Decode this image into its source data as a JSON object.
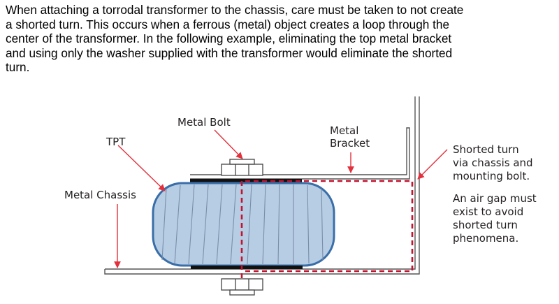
{
  "intro": {
    "lines": [
      "When attaching a torrodal transformer to the chassis, care must be taken to not create",
      "a shorted turn.  This occurs when a ferrous (metal) object creates a loop through the",
      "center of the transformer.  In the following example, eliminating the top metal bracket",
      "and using only the washer supplied with the transformer would eliminate the shorted",
      "turn."
    ]
  },
  "diagram": {
    "labels": {
      "metal_bolt": "Metal Bolt",
      "tpt": "TPT",
      "metal_bracket_1": "Metal",
      "metal_bracket_2": "Bracket",
      "metal_chassis": "Metal Chassis",
      "shorted_1": "Shorted turn",
      "shorted_2": "via chassis and",
      "shorted_3": "mounting bolt.",
      "gap_1": "An air gap must",
      "gap_2": "exist to avoid",
      "gap_3": "shorted turn",
      "gap_4": "phenomena."
    },
    "colors": {
      "arrow": "#e2303c",
      "loop": "#c4122f",
      "toroid_fill": "#b7cde4",
      "toroid_outline": "#3a6ea8",
      "metal": "#555555"
    }
  }
}
